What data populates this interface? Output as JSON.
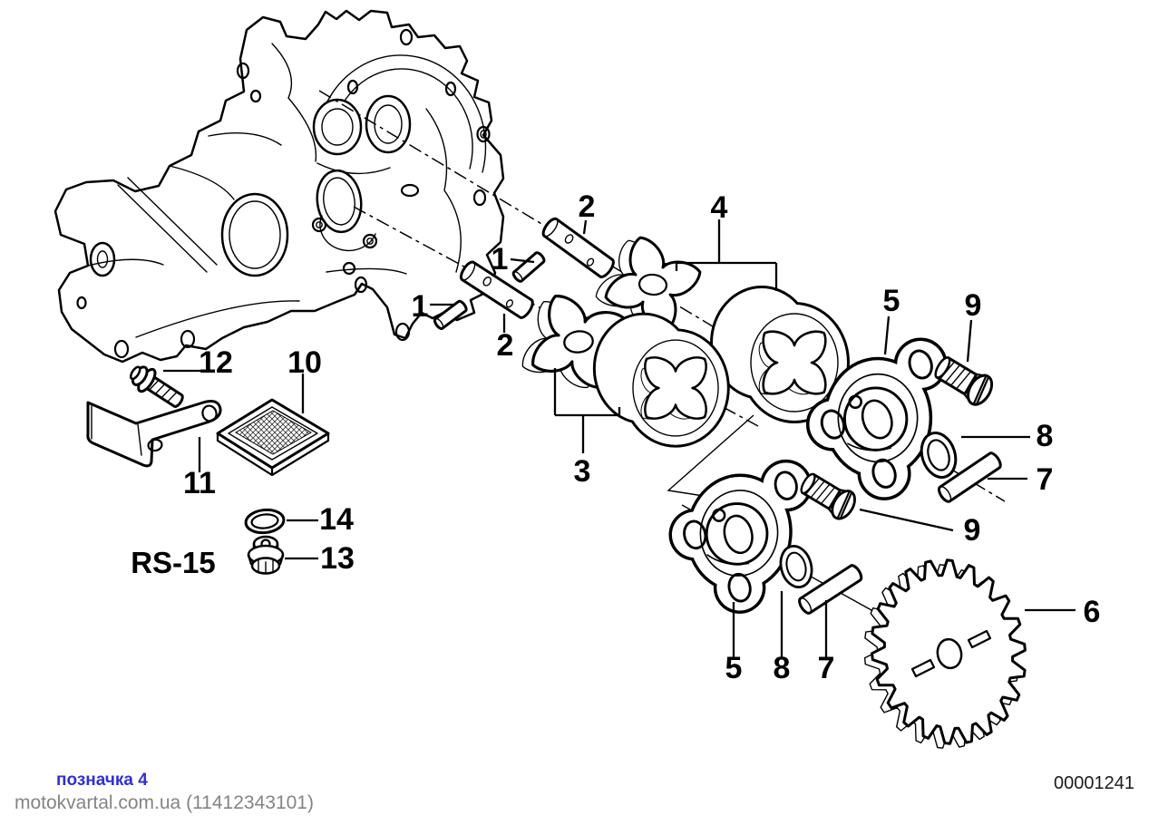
{
  "footer": {
    "link_text": "позначка 4",
    "watermark": "motokvartal.com.ua (11412343101)",
    "doc_number": "00001241"
  },
  "labels": {
    "n1": "1",
    "n2": "2",
    "n3": "3",
    "n4": "4",
    "n5": "5",
    "n6": "6",
    "n7": "7",
    "n8": "8",
    "n9": "9",
    "n10": "10",
    "n11": "11",
    "n12": "12",
    "n13": "13",
    "n14": "14",
    "rs": "RS-15"
  },
  "colors": {
    "ink": "#000000",
    "link_blue": "#3030d0",
    "watermark_gray": "#848484",
    "doc_gray": "#1a1a1a"
  }
}
